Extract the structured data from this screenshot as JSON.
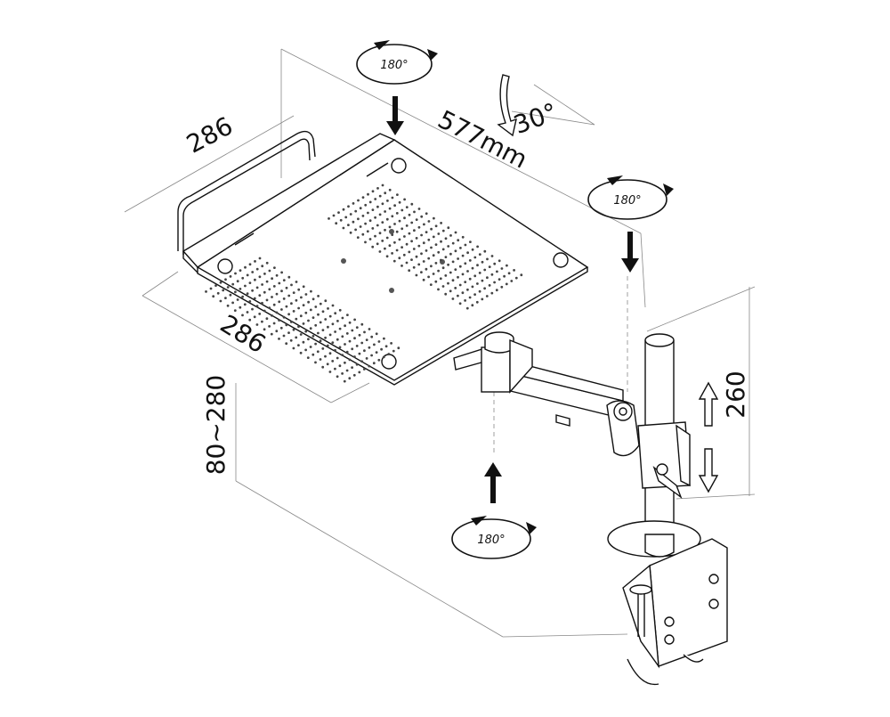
{
  "dimensions": {
    "tray_depth": "286",
    "tray_width": "286",
    "arm_length": "577mm",
    "tilt": "30°",
    "pole_height": "260",
    "height_range": "80~280"
  },
  "rotations": {
    "tray": "180°",
    "pole_top": "180°",
    "arm_base": "180°"
  }
}
